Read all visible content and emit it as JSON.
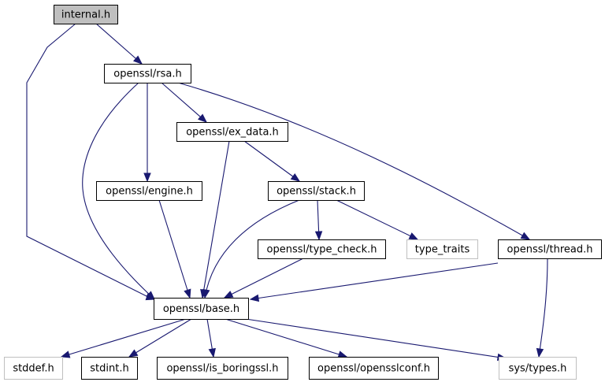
{
  "colors": {
    "edge": "#191970",
    "root_fill": "#bfbfbf",
    "node_border": "#000000",
    "missing_border": "#bfbfbf",
    "node_fill": "#ffffff"
  },
  "nodes": [
    {
      "id": "internal_h",
      "label": "internal.h",
      "style": "root"
    },
    {
      "id": "rsa_h",
      "label": "openssl/rsa.h",
      "style": "normal"
    },
    {
      "id": "ex_data_h",
      "label": "openssl/ex_data.h",
      "style": "normal"
    },
    {
      "id": "engine_h",
      "label": "openssl/engine.h",
      "style": "normal"
    },
    {
      "id": "stack_h",
      "label": "openssl/stack.h",
      "style": "normal"
    },
    {
      "id": "type_check_h",
      "label": "openssl/type_check.h",
      "style": "normal"
    },
    {
      "id": "type_traits",
      "label": "type_traits",
      "style": "missing"
    },
    {
      "id": "thread_h",
      "label": "openssl/thread.h",
      "style": "normal"
    },
    {
      "id": "base_h",
      "label": "openssl/base.h",
      "style": "normal"
    },
    {
      "id": "stddef_h",
      "label": "stddef.h",
      "style": "missing"
    },
    {
      "id": "stdint_h",
      "label": "stdint.h",
      "style": "normal"
    },
    {
      "id": "is_boringssl_h",
      "label": "openssl/is_boringssl.h",
      "style": "normal"
    },
    {
      "id": "opensslconf_h",
      "label": "openssl/opensslconf.h",
      "style": "normal"
    },
    {
      "id": "sys_types_h",
      "label": "sys/types.h",
      "style": "missing"
    }
  ],
  "edges": [
    {
      "from": "internal_h",
      "to": "rsa_h"
    },
    {
      "from": "internal_h",
      "to": "base_h"
    },
    {
      "from": "rsa_h",
      "to": "ex_data_h"
    },
    {
      "from": "rsa_h",
      "to": "engine_h"
    },
    {
      "from": "rsa_h",
      "to": "base_h"
    },
    {
      "from": "rsa_h",
      "to": "thread_h"
    },
    {
      "from": "ex_data_h",
      "to": "stack_h"
    },
    {
      "from": "ex_data_h",
      "to": "base_h"
    },
    {
      "from": "engine_h",
      "to": "base_h"
    },
    {
      "from": "stack_h",
      "to": "type_check_h"
    },
    {
      "from": "stack_h",
      "to": "type_traits"
    },
    {
      "from": "stack_h",
      "to": "base_h"
    },
    {
      "from": "type_check_h",
      "to": "base_h"
    },
    {
      "from": "thread_h",
      "to": "base_h"
    },
    {
      "from": "thread_h",
      "to": "sys_types_h"
    },
    {
      "from": "base_h",
      "to": "stddef_h"
    },
    {
      "from": "base_h",
      "to": "stdint_h"
    },
    {
      "from": "base_h",
      "to": "is_boringssl_h"
    },
    {
      "from": "base_h",
      "to": "opensslconf_h"
    },
    {
      "from": "base_h",
      "to": "sys_types_h"
    }
  ]
}
